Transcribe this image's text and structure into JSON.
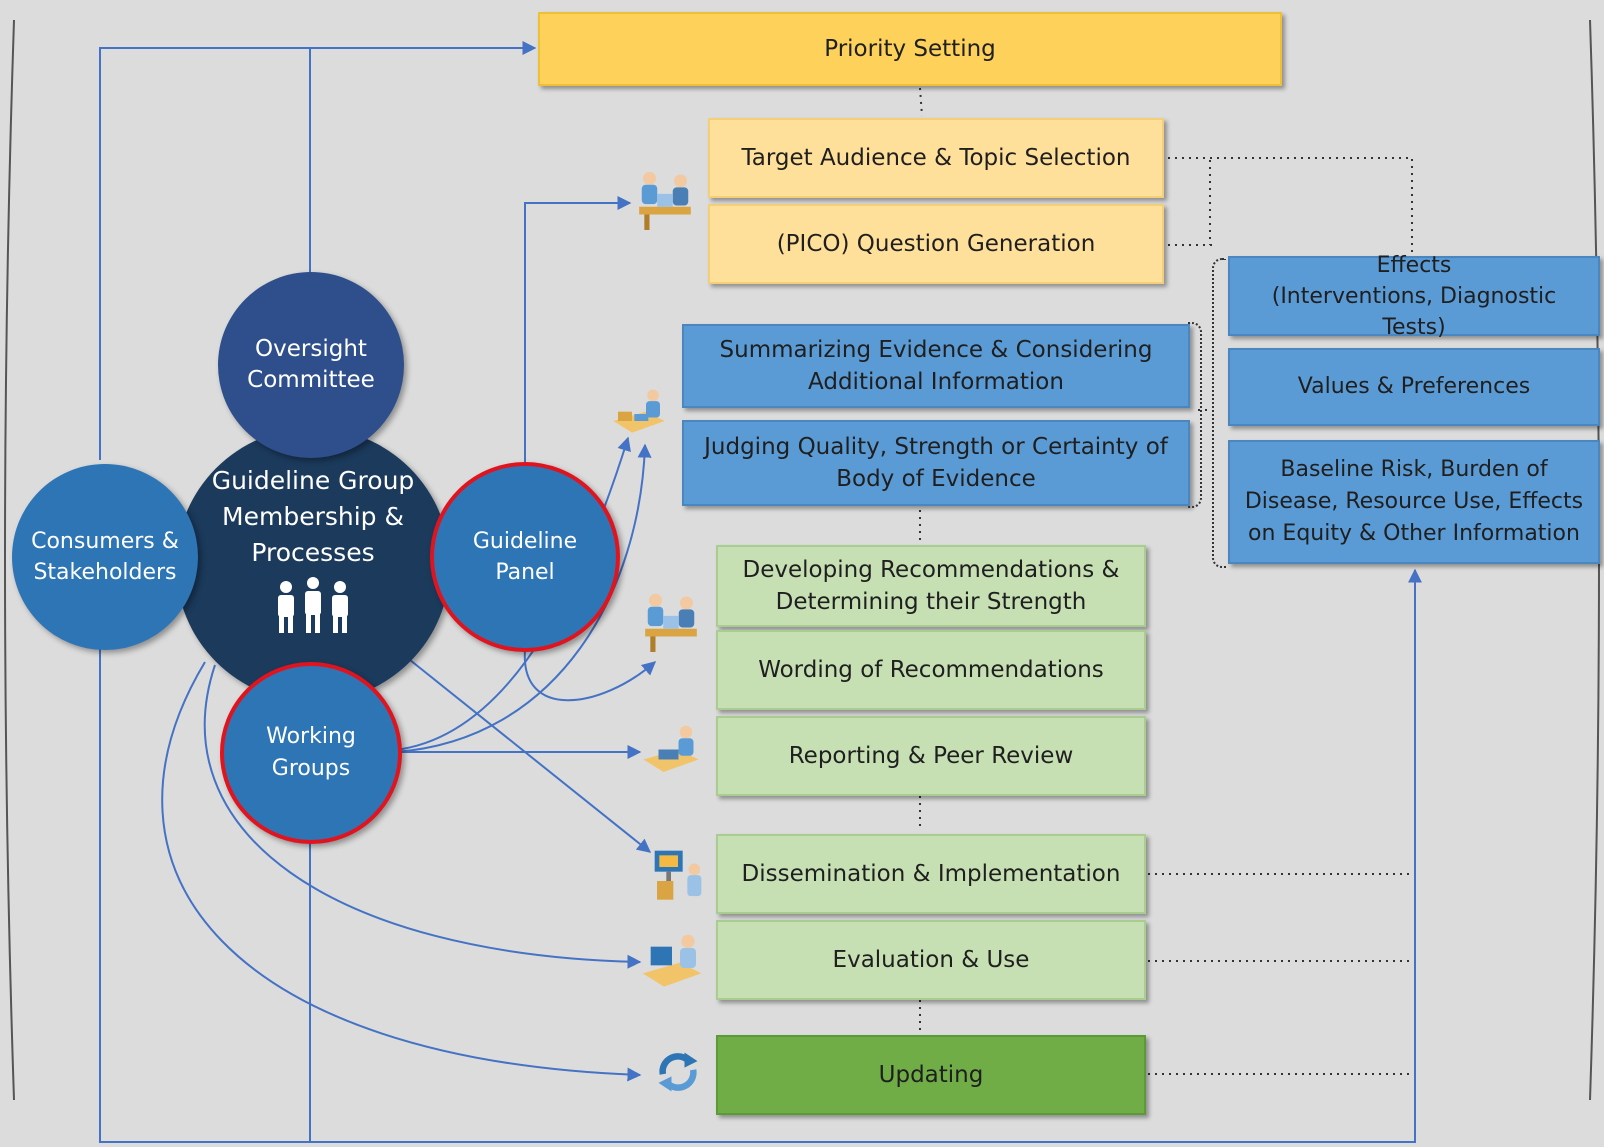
{
  "diagram": {
    "steps": {
      "priority_setting": "Priority Setting",
      "target_audience": "Target Audience & Topic Selection",
      "pico": "(PICO) Question Generation",
      "summarizing": "Summarizing Evidence & Considering\nAdditional Information",
      "judging": "Judging Quality, Strength or Certainty of\nBody of Evidence",
      "developing": "Developing Recommendations &\nDetermining their Strength",
      "wording": "Wording of Recommendations",
      "reporting": "Reporting & Peer Review",
      "dissemination": "Dissemination & Implementation",
      "evaluation": "Evaluation & Use",
      "updating": "Updating"
    },
    "evidence_types": {
      "effects": "Effects\n(Interventions, Diagnostic Tests)",
      "values": "Values & Preferences",
      "baseline": "Baseline Risk, Burden of\nDisease, Resource Use, Effects\non Equity & Other Information"
    },
    "groups": {
      "center": "Guideline Group\nMembership &\nProcesses",
      "oversight": "Oversight\nCommittee",
      "consumers": "Consumers &\nStakeholders",
      "panel": "Guideline\nPanel",
      "working": "Working\nGroups"
    }
  },
  "colors": {
    "priority": "#fdd15a",
    "yellow": "#ffe09b",
    "blue": "#5b9bd5",
    "light_green": "#c6e0b4",
    "dark_green": "#70ad47",
    "connector": "#4472c4",
    "center_circle": "#1b3a5c",
    "oversight_circle": "#2e4f8b",
    "group_circle": "#2e75b6",
    "highlight_ring": "#e0141e"
  },
  "icons": [
    "meeting-icon",
    "desk-worker-icon",
    "presentation-icon",
    "computer-user-icon",
    "refresh-cycle-icon",
    "people-group-icon"
  ]
}
